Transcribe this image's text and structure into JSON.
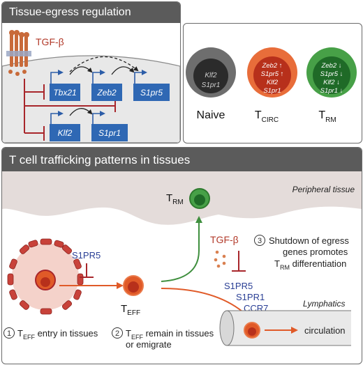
{
  "top_panel": {
    "title": "Tissue-egress regulation",
    "tgf_label": "TGF-β",
    "genes_row1": [
      "Tbx21",
      "Zeb2",
      "S1pr5"
    ],
    "genes_row2": [
      "Klf2",
      "S1pr1"
    ]
  },
  "cells": [
    {
      "name": "Naive",
      "sub": "",
      "lines": [
        "Klf2",
        "S1pr1"
      ]
    },
    {
      "name": "T",
      "sub": "CIRC",
      "lines": [
        "Zeb2 ↑",
        "S1pr5 ↑",
        "Klf2",
        "S1pr1"
      ]
    },
    {
      "name": "T",
      "sub": "RM",
      "lines": [
        "Zeb2 ↓",
        "S1pr5 ↓",
        "Klf2 ↓",
        "S1pr1 ↓"
      ]
    }
  ],
  "bottom_panel": {
    "title": "T cell trafficking patterns in tissues",
    "peripheral_label": "Peripheral tissue",
    "trm_main": "T",
    "trm_sub": "RM",
    "tgf_label": "TGF-β",
    "s1pr5_left": "S1PR5",
    "teff_main": "T",
    "teff_sub": "EFF",
    "receptors": [
      "S1PR5",
      "S1PR1",
      "CCR7"
    ],
    "lymphatics_label": "Lymphatics",
    "circulation_label": "circulation",
    "step1": {
      "num": "1",
      "pre": "T",
      "sub": "EFF",
      "post": " entry in tissues"
    },
    "step2": {
      "num": "2",
      "pre": "T",
      "sub": "EFF",
      "post": " remain in tissues",
      "line2": "or emigrate"
    },
    "step3": {
      "num": "3",
      "line1": "Shutdown of egress",
      "line2": "genes promotes",
      "line3_pre": "T",
      "line3_sub": "RM",
      "line3_post": " differentiation"
    }
  },
  "colors": {
    "header": "#5b5b5b",
    "gene_box": "#2f68b4",
    "arrow_blue": "#2c5da8",
    "inhibit_red": "#a8262b",
    "teff_orange": "#e05a28",
    "trm_green": "#3f8f3e",
    "naive_grey": "#6e6e6e",
    "receptor_text": "#2a3f95",
    "tissue_fill": "#e4dcda"
  }
}
